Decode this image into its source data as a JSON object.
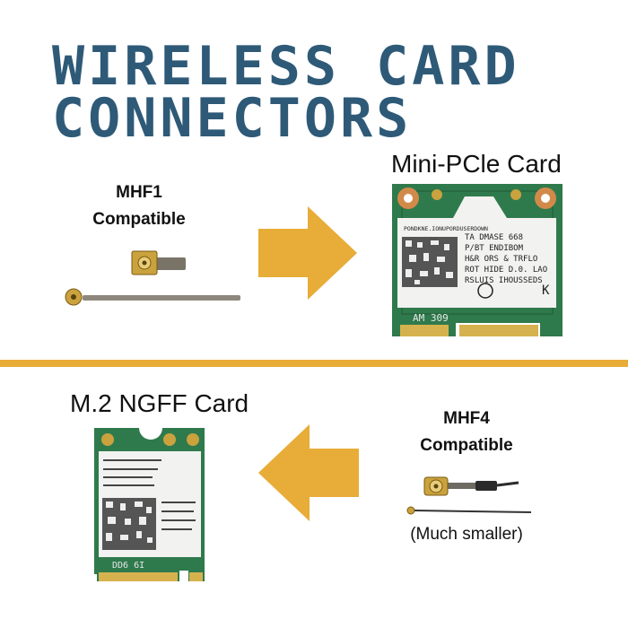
{
  "title": {
    "line1": "WIRELESS CARD",
    "line2": "CONNECTORS"
  },
  "mini_pcie": {
    "title": "Mini-PCle Card",
    "label_lines": [
      "TA  DMASE 668",
      "P/BT  ENDIBOM",
      "H&R ORS & TRFLO",
      "ROT HIDE D.0. LAO",
      "RSLUIS IHOUSSEDS"
    ],
    "bottom_text": "AM  309",
    "side_letter": "K"
  },
  "m2_ngff": {
    "title": "M.2 NGFF Card",
    "bottom_text": "DD6 6I"
  },
  "mhf1": {
    "line1": "MHF1",
    "line2": "Compatible"
  },
  "mhf4": {
    "line1": "MHF4",
    "line2": "Compatible",
    "note": "(Much smaller)"
  },
  "colors": {
    "title": "#2e5a78",
    "accent": "#e8ac38",
    "pcb_green": "#2f7a4c",
    "gold": "#c9a447"
  },
  "icons": [
    "arrow-right-icon",
    "arrow-left-icon",
    "mhf1-connector-icon",
    "mhf4-connector-icon"
  ]
}
